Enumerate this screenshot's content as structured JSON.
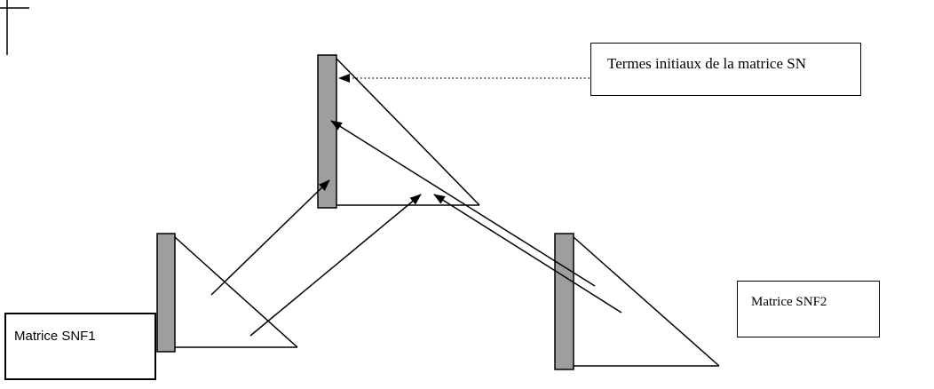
{
  "diagram": {
    "title_box": {
      "label": "Termes initiaux de la matrice SN"
    },
    "matrix1_box": {
      "label": "Matrice SNF1"
    },
    "matrix2_box": {
      "label": "Matrice SNF2"
    },
    "colors": {
      "bar_fill": "#9e9e9e",
      "line": "#000000",
      "background": "#ffffff"
    },
    "shapes": [
      "matrix-sn-bar-with-triangle",
      "matrix-snf1-bar-with-triangle",
      "matrix-snf2-bar-with-triangle"
    ],
    "connectors": [
      "dotted-arrow-from-sn-label-to-sn-bar",
      "arrow-from-snf2-triangle-to-sn-bar-middle",
      "arrow-from-snf1-triangle-to-sn-bar-bottom",
      "arrow-from-snf1-triangle-to-sn-triangle-base",
      "arrow-from-snf2-triangle-to-sn-triangle-base"
    ]
  }
}
